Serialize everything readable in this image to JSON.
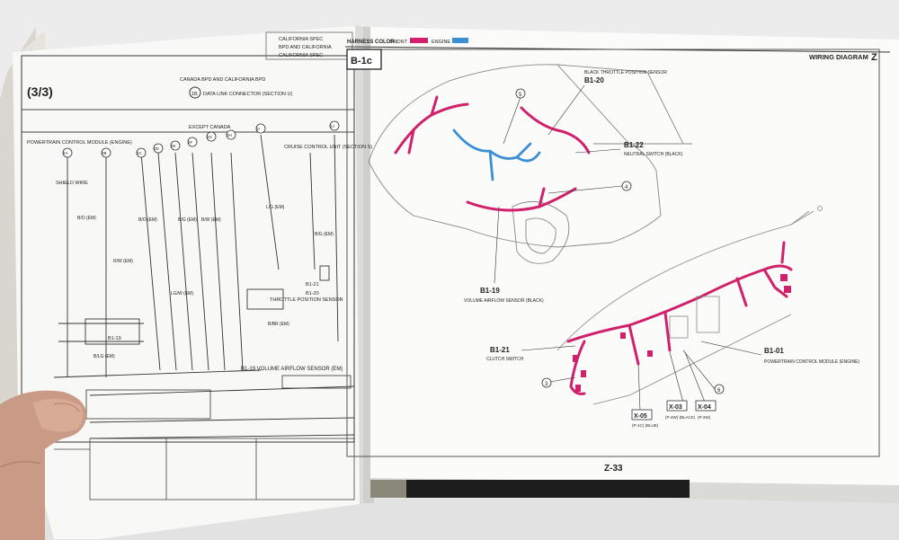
{
  "left_page": {
    "section": "(3/3)",
    "legend_lines": [
      "CALIFORNIA SPEC",
      "BPD AND CALIFORNIA",
      "CALIFORNIA SPEC"
    ],
    "canada_note": "CANADA BPD AND CALIFORNIA BPD",
    "data_link": "DATA LINK CONNECTOR (SECTION U)",
    "dlc_ref": "1B",
    "except": "EXCEPT CANADA",
    "pcm_label": "POWERTRAIN CONTROL MODULE (ENGINE)",
    "cruise": "CRUISE CONTROL UNIT (SECTION S)",
    "shield": "SHIELD WIRE",
    "throttle": "THROTTLE POSITION SENSOR",
    "conn_b121": "B1-21",
    "conn_b120": "B1-20",
    "conn_b119": "B1-19",
    "vaf": "B1-19 VOLUME AIRFLOW SENSOR (EM)",
    "wire_labels": [
      "B/O (EM)",
      "B/O (EM)",
      "B/G (EM)",
      "B/W (EM)",
      "L/G (EM)",
      "R/W (EM)",
      "LG/W (EM)",
      "B/BR (EM)",
      "B/LG (EM)",
      "B/G (EM)"
    ],
    "pin_codes": [
      "2A",
      "2B",
      "2C",
      "2D",
      "2E",
      "2F",
      "2G",
      "2H",
      "2I",
      "2J"
    ]
  },
  "right_page": {
    "harness_color_label": "HARNESS COLOR :",
    "front_label": "FRONT",
    "engine_label": "ENGINE",
    "front_color": "#d1206c",
    "engine_color": "#3a8fd6",
    "section_id": "B-1c",
    "header_right": "WIRING DIAGRAM",
    "header_letter": "Z",
    "page_number": "Z-33",
    "callouts": [
      {
        "id": "5",
        "desc": ""
      },
      {
        "id": "B1-20",
        "desc": "BLACK THROTTLE POSITION SENSOR"
      },
      {
        "id": "B1-22",
        "desc": "NEUTRAL SWITCH (BLACK)"
      },
      {
        "id": "4",
        "desc": ""
      },
      {
        "id": "B1-19",
        "desc": "VOLUME AIRFLOW SENSOR (BLACK)"
      },
      {
        "id": "B1-21",
        "desc": "CLUTCH SWITCH"
      },
      {
        "id": "3",
        "desc": ""
      },
      {
        "id": "B1-01",
        "desc": "POWERTRAIN CONTROL MODULE (ENGINE)"
      },
      {
        "id": "6",
        "desc": ""
      },
      {
        "id": "X-03",
        "desc": "(P-4W) (BLACK)"
      },
      {
        "id": "X-04",
        "desc": "(P-2W)"
      },
      {
        "id": "X-05",
        "desc": "(P-1C) (BLUE)"
      }
    ]
  }
}
